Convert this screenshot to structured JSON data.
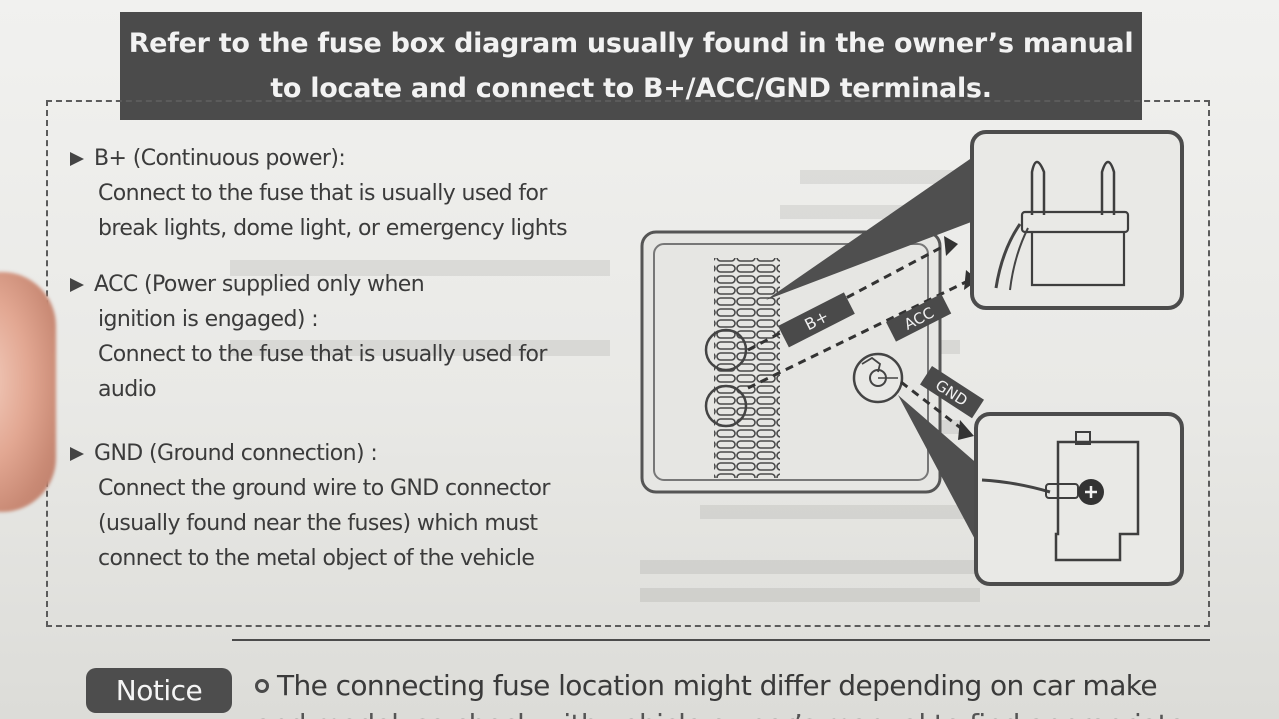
{
  "header": {
    "line1": "Refer to the fuse box diagram usually found in the owner’s manual",
    "line2": "to locate and connect to B+/ACC/GND terminals."
  },
  "terminals": [
    {
      "title": "B+ (Continuous power):",
      "description": [
        "Connect to the fuse that is usually used for",
        "break lights, dome light, or emergency lights"
      ]
    },
    {
      "title": "ACC (Power supplied only when",
      "title_cont": "ignition is engaged) :",
      "description": [
        "Connect to the fuse that is usually used for",
        "audio"
      ]
    },
    {
      "title": "GND (Ground connection) :",
      "description": [
        "Connect the ground wire to GND connector",
        "(usually found near the fuses) which must",
        "connect to the metal object of the vehicle"
      ]
    }
  ],
  "diagram": {
    "label_bplus": "B+",
    "label_acc": "ACC",
    "label_gnd": "GND",
    "icons": [
      "fuse-box",
      "fuse-tap",
      "ground-terminal",
      "bolt"
    ]
  },
  "notice": {
    "badge": "Notice",
    "text": "The connecting fuse location might differ depending on car make",
    "text_cut": "and model, so check with vehicle owner’s manual to find appropriate"
  },
  "colors": {
    "paper": "#ececea",
    "ink": "#3a3a3a",
    "banner": "#4b4b4b",
    "line": "#5b5b5b"
  }
}
